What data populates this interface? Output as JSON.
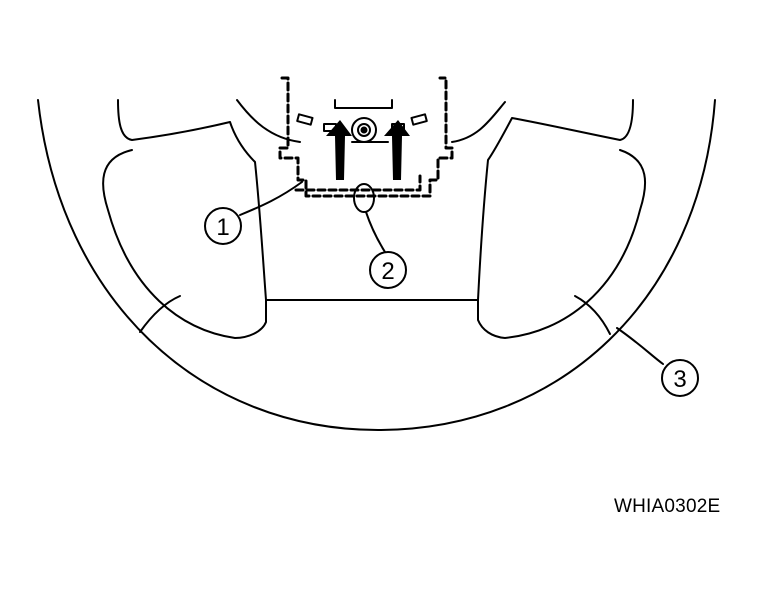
{
  "callouts": [
    {
      "number": "1"
    },
    {
      "number": "2"
    },
    {
      "number": "3"
    }
  ],
  "figure_code": "WHIA0302E"
}
